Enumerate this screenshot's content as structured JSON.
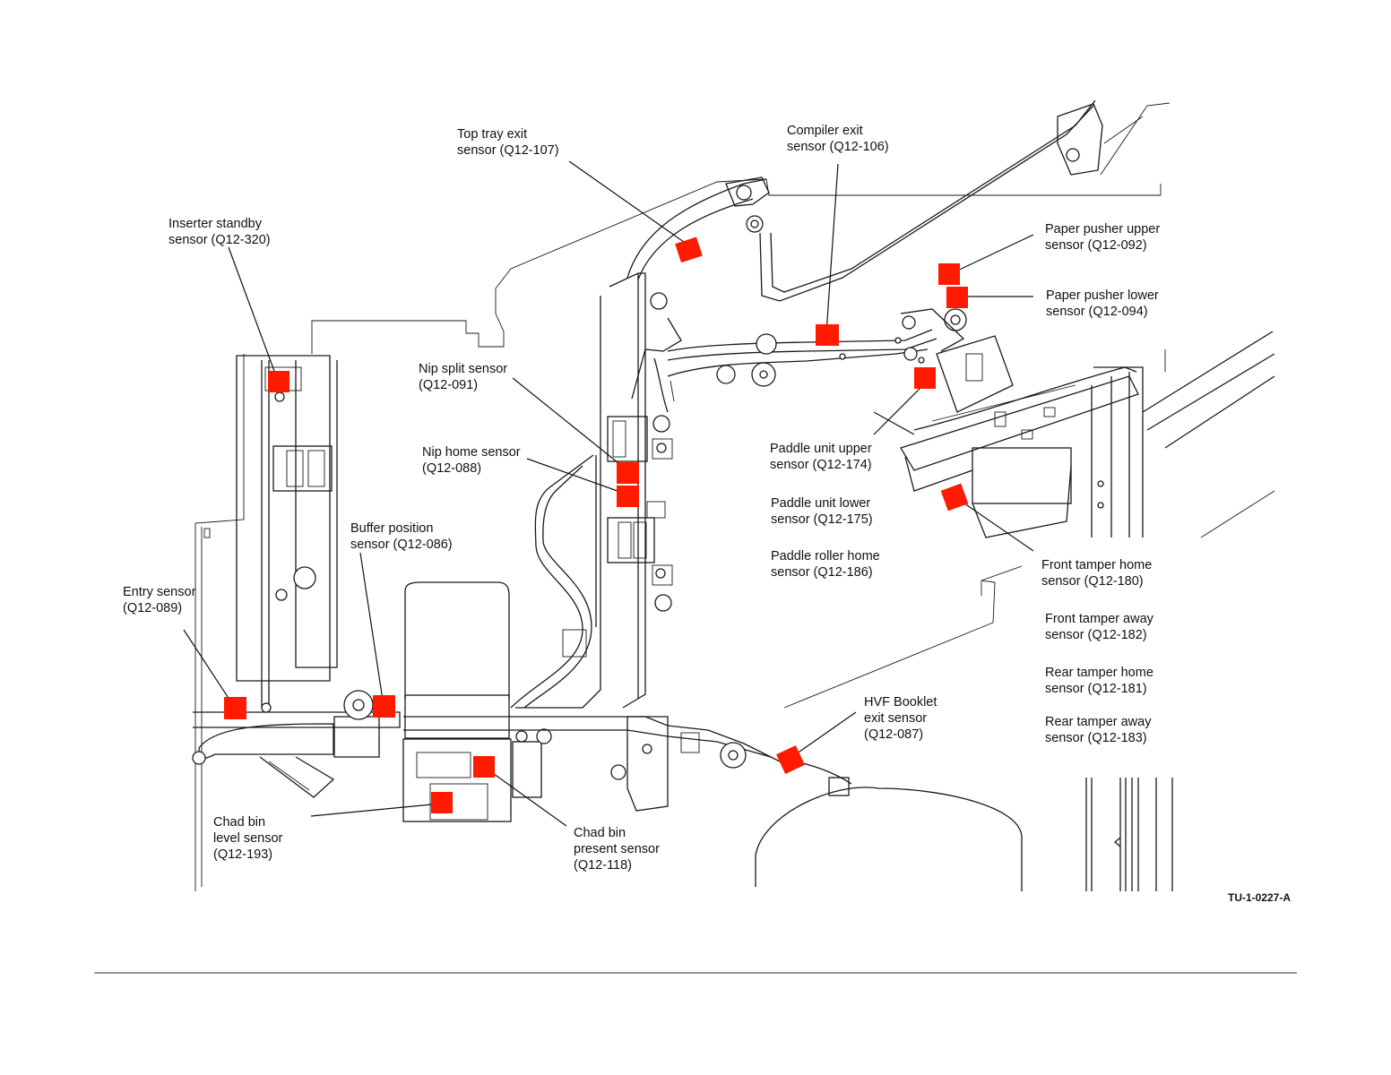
{
  "labels": {
    "top_tray_exit": [
      "Top tray exit",
      "sensor (Q12-107)"
    ],
    "compiler_exit": [
      "Compiler exit",
      "sensor (Q12-106)"
    ],
    "inserter_standby": [
      "Inserter standby",
      "sensor (Q12-320)"
    ],
    "paper_pusher_upper": [
      "Paper pusher upper",
      "sensor (Q12-092)"
    ],
    "paper_pusher_lower": [
      "Paper pusher lower",
      "sensor (Q12-094)"
    ],
    "nip_split": [
      "Nip split sensor",
      "(Q12-091)"
    ],
    "nip_home": [
      "Nip home sensor",
      "(Q12-088)"
    ],
    "paddle_upper": [
      "Paddle unit upper",
      "sensor (Q12-174)"
    ],
    "paddle_lower": [
      "Paddle unit lower",
      "sensor (Q12-175)"
    ],
    "paddle_roller_home": [
      "Paddle roller home",
      "sensor (Q12-186)"
    ],
    "buffer_position": [
      "Buffer position",
      "sensor (Q12-086)"
    ],
    "entry": [
      "Entry sensor",
      "(Q12-089)"
    ],
    "front_tamper_home": [
      "Front tamper home",
      "sensor (Q12-180)"
    ],
    "front_tamper_away": [
      "Front tamper away",
      "sensor (Q12-182)"
    ],
    "rear_tamper_home": [
      "Rear tamper home",
      "sensor (Q12-181)"
    ],
    "rear_tamper_away": [
      "Rear tamper away",
      "sensor (Q12-183)"
    ],
    "hvf_booklet_exit": [
      "HVF Booklet",
      "exit sensor",
      "(Q12-087)"
    ],
    "chad_bin_level": [
      "Chad bin",
      "level sensor",
      "(Q12-193)"
    ],
    "chad_bin_present": [
      "Chad bin",
      "present sensor",
      "(Q12-118)"
    ]
  },
  "figure_ref": "TU-1-0227-A",
  "colors": {
    "sensor": "#ff1a00",
    "line": "#1a1a1a",
    "background": "#ffffff"
  }
}
